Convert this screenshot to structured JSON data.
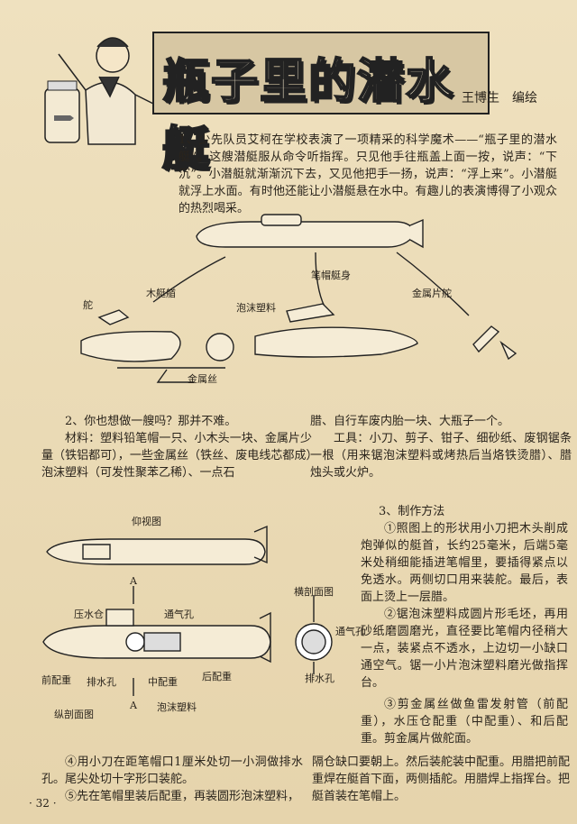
{
  "title": "瓶子里的潜水艇",
  "author": "王博生　编绘",
  "intro": "1、少先队员艾柯在学校表演了一项精采的科学魔术——“瓶子里的潜水艇”。这艘潜艇服从命令听指挥。只见他手往瓶盖上面一按，说声：“下沉”。小潜艇就渐渐沉下去，又见他把手一扬，说声：“浮上来”。小潜艇就浮上水面。有时他还能让小潜艇悬在水中。有趣儿的表演博得了小观众的热烈喝采。",
  "figure1_labels": {
    "mu_ting_shou": "木艇艏",
    "bi_mao_ting_shen": "笔帽艇身",
    "duo": "舵",
    "pao_mo_su_liao": "泡沫塑料",
    "jin_shu_pian_duo": "金属片舵",
    "jin_shu_si": "金属丝"
  },
  "section2_left": "2、你也想做一艘吗？那并不难。",
  "materials": "材料：塑料铅笔帽一只、小木头一块、金属片少量（铁铝都可），一些金属丝（铁丝、废电线芯都成）泡沫塑料（可发性聚苯乙稀）、一点石",
  "materials_cont": "腊、自行车废内胎一块、大瓶子一个。",
  "tools": "工具：小刀、剪子、钳子、细砂纸、废钢锯条一根（用来锯泡沫塑料或烤热后当烙铁烫腊）、腊烛头或火炉。",
  "figure2_labels": {
    "yang_shi_tu": "仰视图",
    "heng_pou_mian_tu": "横剖面图",
    "ya_shui_cang": "压水仓",
    "tong_qi_kong": "通气孔",
    "tong_qi_kong2": "通气孔",
    "A_top": "A",
    "A_bottom": "A",
    "qian_pei_zhong": "前配重",
    "pai_shui_kong": "排水孔",
    "zhong_pei_zhong": "中配重",
    "hou_pei_zhong": "后配重",
    "pai_shui_kong2": "排水孔",
    "zong_pou_mian_tu": "纵剖面图",
    "pao_mo_su_liao": "泡沫塑料"
  },
  "method_title": "3、制作方法",
  "step1": "①照图上的形状用小刀把木头削成炮弹似的艇首，长约25毫米，后端5毫米处稍细能插进笔帽里，要插得紧点以免透水。两侧切口用来装舵。最后，表面上烫上一层腊。",
  "step2": "②锯泡沫塑料成圆片形毛坯，再用砂纸磨圆磨光，直径要比笔帽内径稍大一点，装紧点不透水，上边切一小缺口通空气。锯一小片泡沫塑料磨光做指挥台。",
  "step3": "③剪金属丝做鱼雷发射管（前配重），水压仓配重（中配重）、和后配重。剪金属片做舵面。",
  "step4": "④用小刀在距笔帽口1厘米处切一小洞做排水孔。尾尖处切十字形口装舵。",
  "step5": "⑤先在笔帽里装后配重，再装圆形泡沫塑料，",
  "step5_cont": "隔仓缺口要朝上。然后装舵装中配重。用腊把前配重焊在艇首下面，两侧插舵。用腊焊上指挥台。把艇首装在笔帽上。",
  "page_number": "· 32 ·"
}
